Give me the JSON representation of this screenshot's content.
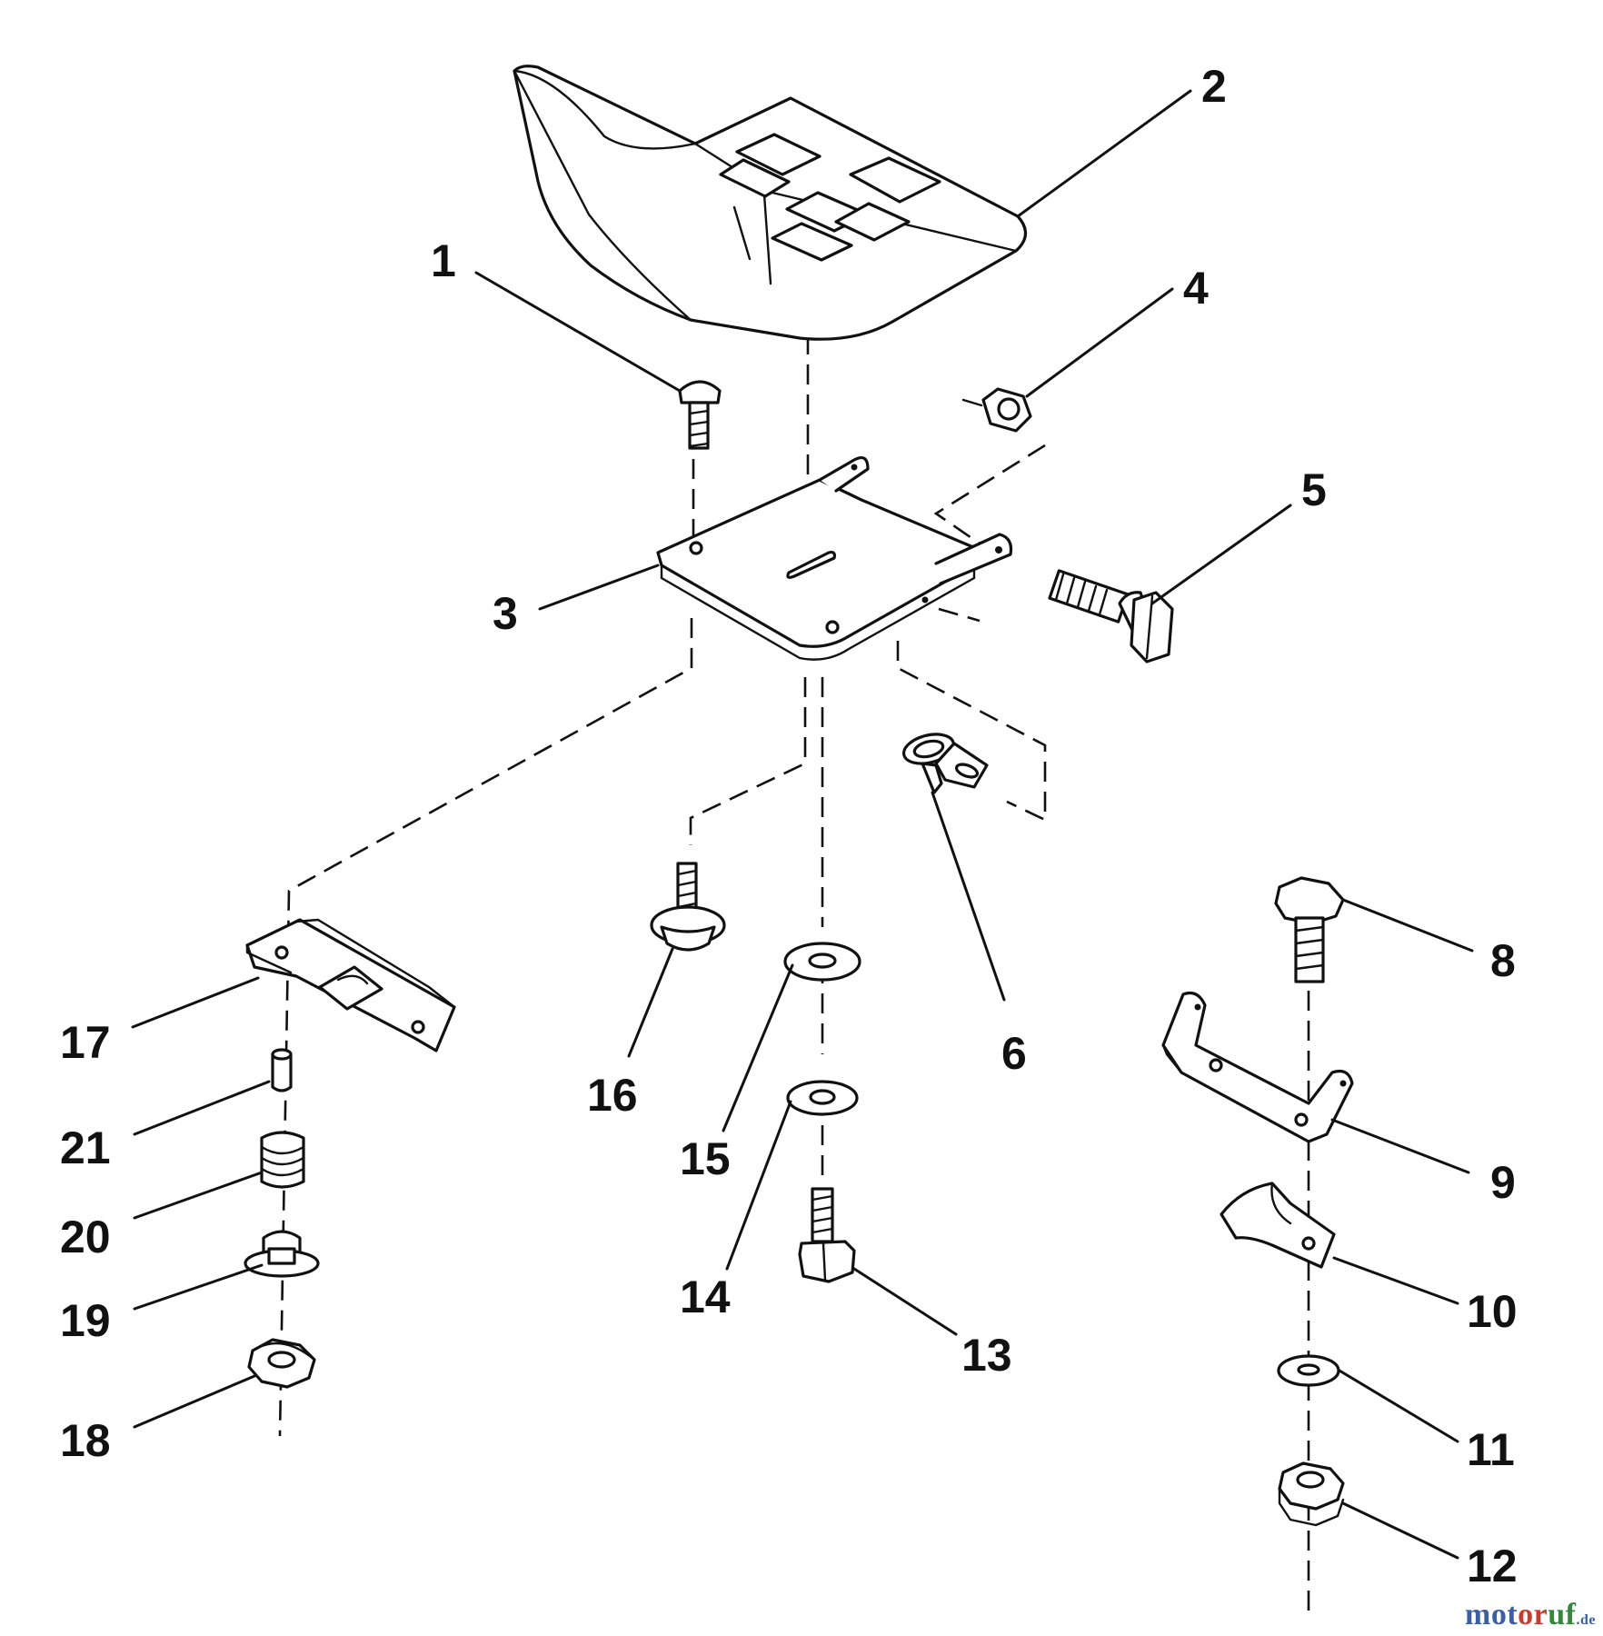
{
  "callouts": {
    "p1": "1",
    "p2": "2",
    "p3": "3",
    "p4": "4",
    "p5": "5",
    "p6": "6",
    "p8": "8",
    "p9": "9",
    "p10": "10",
    "p11": "11",
    "p12": "12",
    "p13": "13",
    "p14": "14",
    "p15": "15",
    "p16": "16",
    "p17": "17",
    "p18": "18",
    "p19": "19",
    "p20": "20",
    "p21": "21"
  },
  "watermark": {
    "part1": "mot",
    "part2": "or",
    "part3": "uf",
    "tld": ".de"
  }
}
